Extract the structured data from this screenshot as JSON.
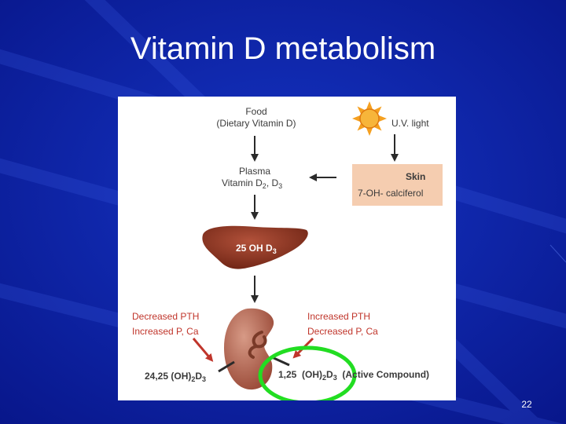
{
  "slide": {
    "title": "Vitamin D metabolism",
    "number": "22"
  },
  "diagram": {
    "food": {
      "line1": "Food",
      "line2": "(Dietary Vitamin D)"
    },
    "uv": {
      "label": "U.V. light"
    },
    "plasma": {
      "line1": "Plasma",
      "line2_prefix": "Vitamin D",
      "line2_sub": "2",
      "line2_suffix": ", D",
      "line2_sub2": "3"
    },
    "skin": {
      "title": "Skin",
      "text_prefix": "7-OH-",
      "text_suffix": " calciferol"
    },
    "liver": {
      "label_prefix": "25 OH D",
      "label_sub": "3"
    },
    "left_regulation": {
      "line1": "Decreased PTH",
      "line2": "Increased P, Ca"
    },
    "right_regulation": {
      "line1": "Increased PTH",
      "line2": "Decreased P, Ca"
    },
    "inactive_product": {
      "prefix": "24,25 (OH)",
      "sub1": "2",
      "mid": "D",
      "sub2": "3"
    },
    "active_product": {
      "prefix": "1,25  (OH)",
      "sub1": "2",
      "mid": "D",
      "sub2": "3",
      "suffix": "  (Active Compound)"
    }
  },
  "colors": {
    "background": "#0b1f9e",
    "arrow": "#2a2a2a",
    "regulation_text": "#c0352b",
    "organ": "#8c3320",
    "highlight": "#22dd22",
    "skin_box": "#f5cdb0",
    "sun": "#f5a020"
  },
  "icons": [
    "sun-icon",
    "liver-icon",
    "kidney-icon"
  ]
}
